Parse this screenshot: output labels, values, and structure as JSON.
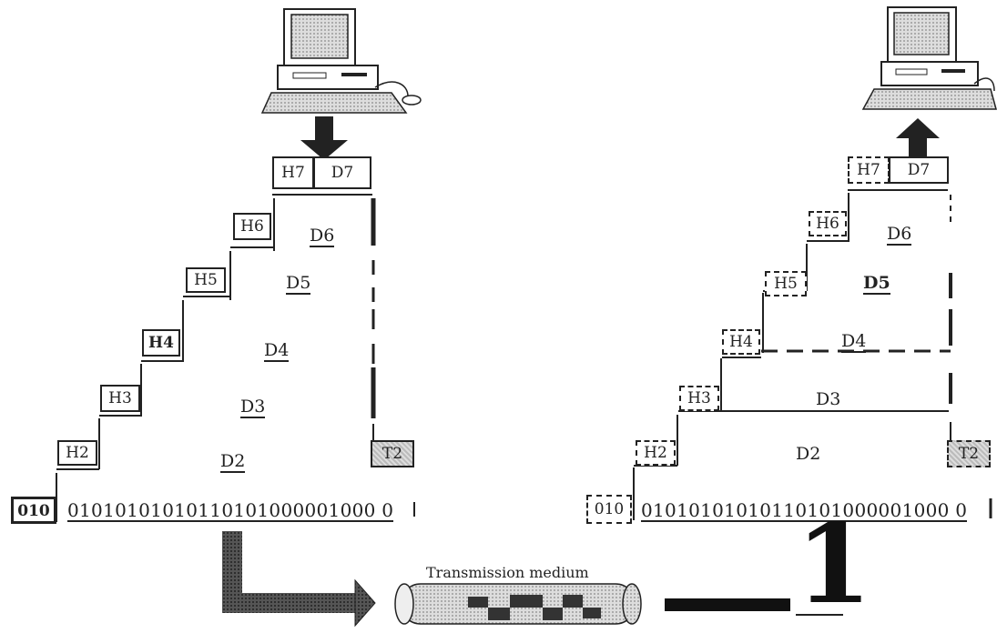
{
  "sender": {
    "headers": [
      "H7",
      "H6",
      "H5",
      "H4",
      "H3",
      "H2"
    ],
    "data": [
      "D7",
      "D6",
      "D5",
      "D4",
      "D3",
      "D2"
    ],
    "trailer": "T2",
    "preamble": "010",
    "bitstream": "01010101010110101000001000 0"
  },
  "receiver": {
    "headers": [
      "H7",
      "H6",
      "H5",
      "H4",
      "H3",
      "H2"
    ],
    "data": [
      "D7",
      "D6",
      "D5",
      "D4",
      "D3",
      "D2"
    ],
    "trailer": "T2",
    "preamble": "010",
    "bitstream": "01010101010110101000001000 0"
  },
  "medium": {
    "label": "Transmission medium"
  },
  "artifact": {
    "big_digit": "1"
  },
  "icons": [
    "computer-icon",
    "down-arrow-icon",
    "up-arrow-icon",
    "elbow-arrow-icon",
    "cable-icon"
  ],
  "colors": {
    "ink": "#222222",
    "shade": "#bbbbbb"
  }
}
